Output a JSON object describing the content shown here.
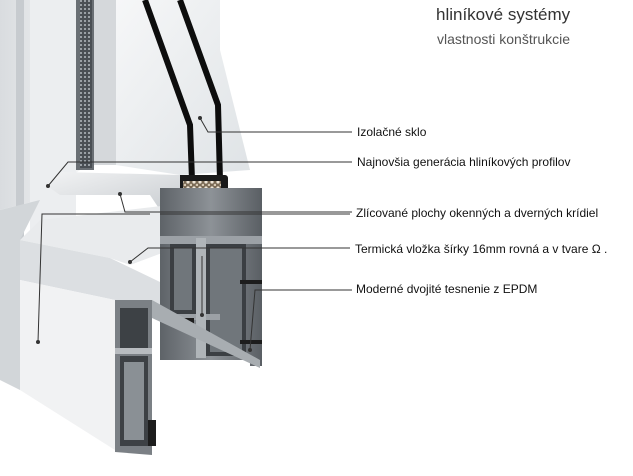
{
  "header": {
    "title": "hliníkové systémy",
    "subtitle": "vlastnosti konštrukcie"
  },
  "callouts": [
    {
      "label": "Izolačné sklo"
    },
    {
      "label": "Najnovšia generácia hliníkových profilov"
    },
    {
      "label": "Zlícované plochy okenných a dverných krídiel"
    },
    {
      "label": "Termická vložka šírky 16mm rovná a v tvare  Ω ."
    },
    {
      "label": "Moderné dvojité tesnenie z EPDM"
    }
  ],
  "colors": {
    "leader_line": "#333333",
    "thermal_insert": "#a45a1f",
    "glass_edge": "#0d0d0d",
    "frame_light": "#e8eaec",
    "frame_dark": "#6f7479"
  }
}
